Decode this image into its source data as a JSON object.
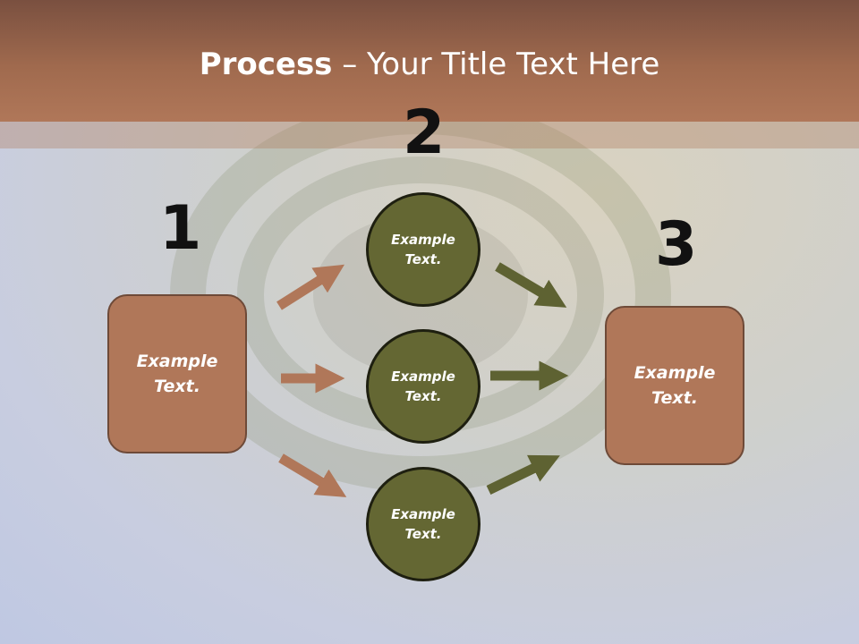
{
  "slide": {
    "title_bold": "Process",
    "title_rest": " – Your Title Text Here"
  },
  "steps": {
    "one": "1",
    "two": "2",
    "three": "3"
  },
  "left_box": {
    "label": "Example\nText."
  },
  "right_box": {
    "label": "Example\nText."
  },
  "circles": [
    {
      "label": "Example\nText."
    },
    {
      "label": "Example\nText."
    },
    {
      "label": "Example\nText."
    }
  ],
  "colors": {
    "title_bar": "#a06a4e",
    "box_fill": "#b07759",
    "circle_fill": "#646733",
    "arrow_left": "#b07759",
    "arrow_right": "#5e6232"
  }
}
